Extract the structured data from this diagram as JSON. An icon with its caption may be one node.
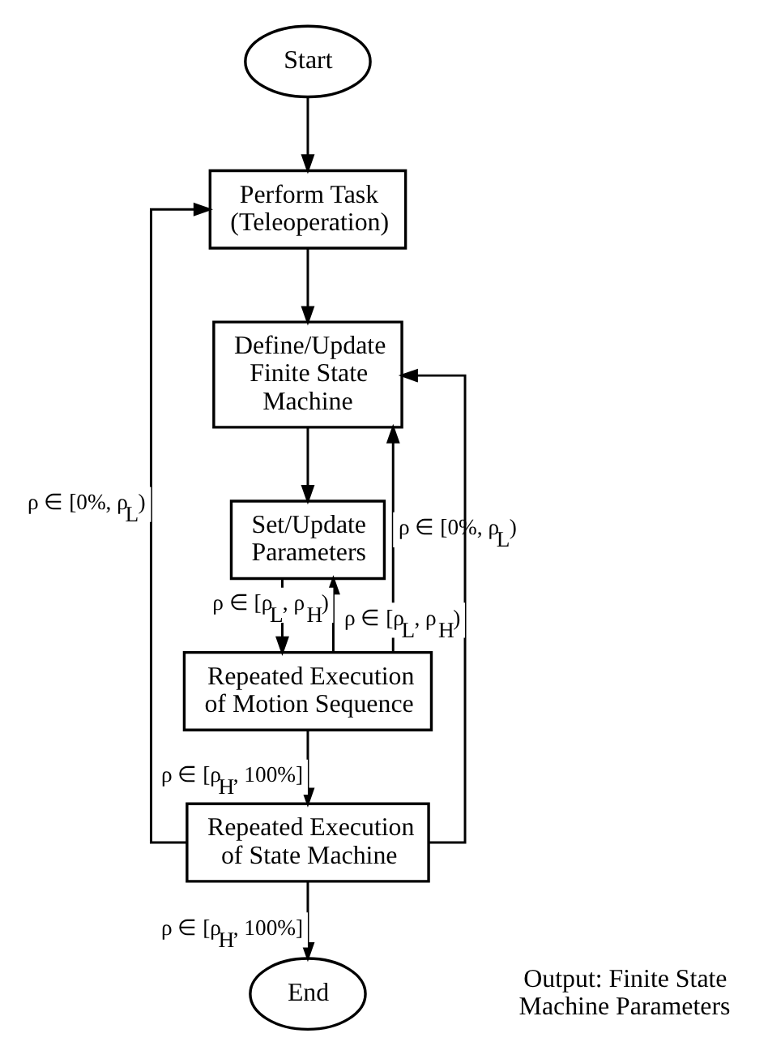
{
  "diagram": {
    "nodes": [
      {
        "text": [
          "Start"
        ]
      },
      {
        "text": [
          "Perform Task (Teleoperation)"
        ]
      },
      {
        "text": [
          "Define/Update Finite State Machine"
        ]
      },
      {
        "text": [
          "Set/Update Parameters"
        ]
      },
      {
        "text": [
          "Repeated Execution of Motion Sequence"
        ]
      },
      {
        "text": [
          "Repeated Execution of State Machine"
        ]
      },
      {
        "text": [
          "End"
        ]
      }
    ],
    "edges": [
      {
        "from": 0,
        "to": 1,
        "arrow": "to"
      },
      {
        "from": 1,
        "to": 2,
        "arrow": "to"
      },
      {
        "from": 2,
        "to": 3,
        "arrow": "to"
      },
      {
        "from": 3,
        "to": 4,
        "arrow": "to"
      },
      {
        "from": 4,
        "to": 3,
        "arrow": "to",
        "label": "ρ ∈ [ρ$_{L}$, ρ$_{H}$)"
      },
      {
        "from": 4,
        "to": 2,
        "arrow": "to",
        "label": "ρ ∈ [0%, ρ$_{L}$)"
      },
      {
        "from": 4,
        "to": 5,
        "arrow": "to",
        "label": "ρ ∈ [ρ$_{H}$, 100%]"
      },
      {
        "from": 5,
        "to": 2,
        "arrow": "to",
        "label": "ρ ∈ [ρ$_{L}$, ρ$_{H}$)"
      },
      {
        "from": 5,
        "to": 1,
        "arrow": "to",
        "label": "ρ ∈ [0%, ρ$_{L}$)"
      },
      {
        "from": 5,
        "to": 6,
        "arrow": "to",
        "label": "ρ ∈ [ρ$_{H}$, 100%]"
      }
    ],
    "labels": [
      "Output: Finite State Machine Parameters"
    ]
  }
}
